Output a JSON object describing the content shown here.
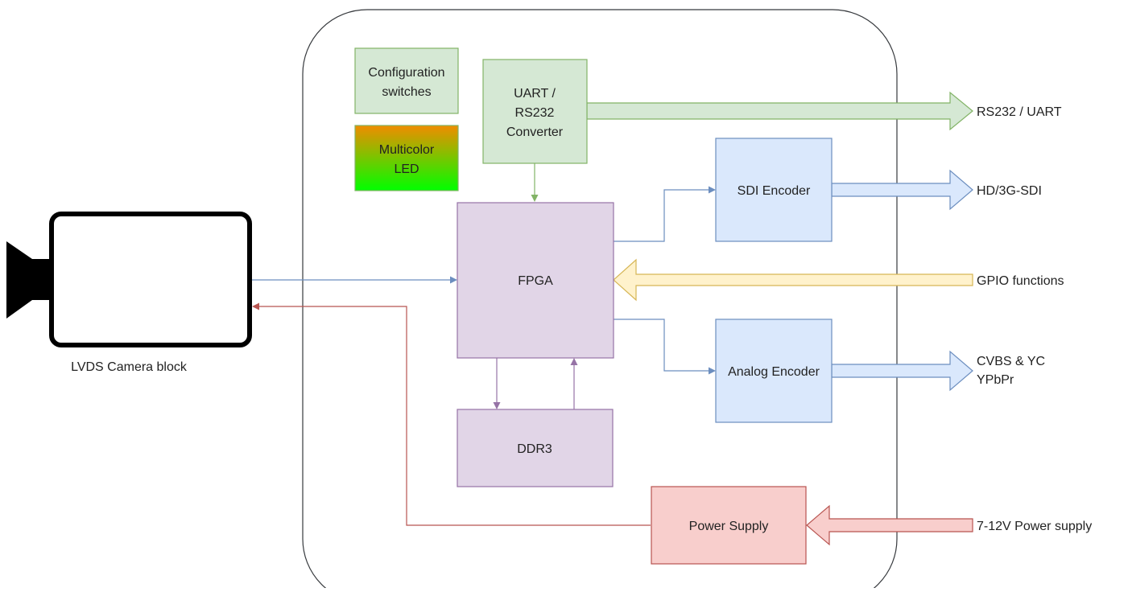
{
  "blocks": {
    "config_switches": [
      "Configuration",
      "switches"
    ],
    "multicolor_led": [
      "Multicolor",
      "LED"
    ],
    "uart_converter": [
      "UART /",
      "RS232",
      "Converter"
    ],
    "sdi_encoder": "SDI Encoder",
    "fpga": "FPGA",
    "analog_encoder": "Analog Encoder",
    "ddr3": "DDR3",
    "power_supply": "Power Supply",
    "camera_caption": "LVDS Camera block"
  },
  "outputs": {
    "rs232": "RS232 / UART",
    "hdsdi": "HD/3G-SDI",
    "gpio": "GPIO functions",
    "cvbs": [
      "CVBS & YC",
      "YPbPr"
    ],
    "power_in": "7-12V Power supply"
  },
  "colors": {
    "green_fill": "#d5e8d4",
    "green_stroke": "#82b366",
    "blue_fill": "#dae8fc",
    "blue_stroke": "#6c8ebf",
    "purple_fill": "#e1d5e7",
    "purple_stroke": "#9673a6",
    "red_fill": "#f8cecc",
    "red_stroke": "#b85450",
    "yellow_fill": "#fff2cc",
    "yellow_stroke": "#d6b656",
    "led_top": "#f08c00",
    "led_bottom": "#00ff00"
  }
}
